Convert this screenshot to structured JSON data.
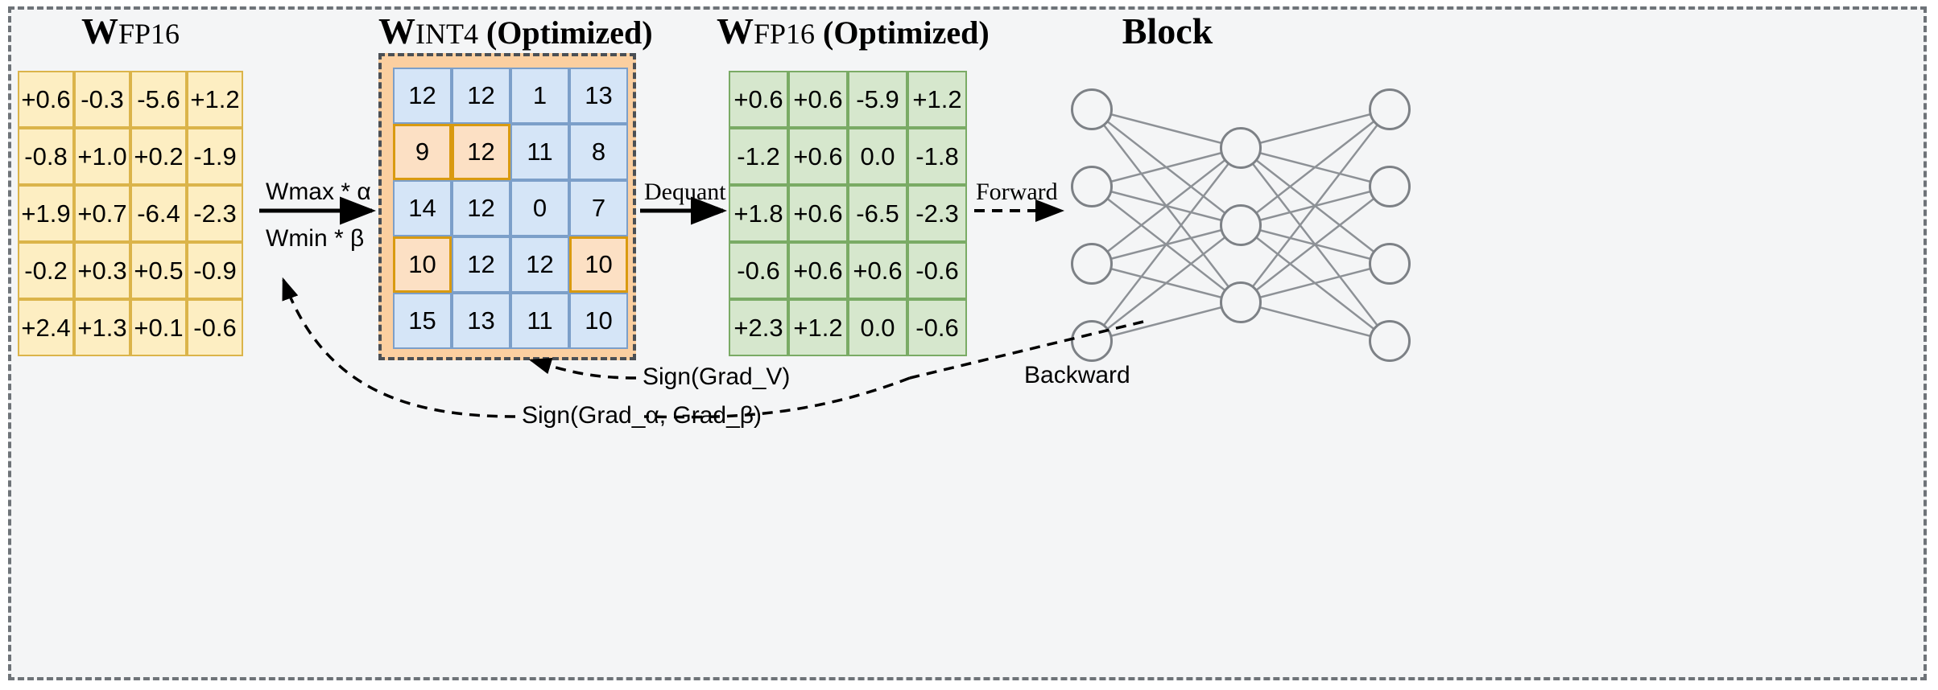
{
  "diagram": {
    "frame_border_color": "#6e7378",
    "background": "#f4f5f6"
  },
  "panels": {
    "fp16": {
      "title_main": "W",
      "title_sub": "FP16",
      "title_suffix": "",
      "colors": {
        "fill": "#fdeec2",
        "border": "#dbb44a"
      },
      "rows": [
        [
          "+0.6",
          "-0.3",
          "-5.6",
          "+1.2"
        ],
        [
          "-0.8",
          "+1.0",
          "+0.2",
          "-1.9"
        ],
        [
          "+1.9",
          "+0.7",
          "-6.4",
          "-2.3"
        ],
        [
          "-0.2",
          "+0.3",
          "+0.5",
          "-0.9"
        ],
        [
          "+2.4",
          "+1.3",
          "+0.1",
          "-0.6"
        ]
      ]
    },
    "int4": {
      "title_main": "W",
      "title_sub": "INT4",
      "title_suffix": " (Optimized)",
      "colors": {
        "fill": "#d5e5f7",
        "border": "#7c9fc9",
        "highlight_fill": "#fce0c4",
        "highlight_border": "#d99a10",
        "wrapper_fill": "#fbcfa0"
      },
      "rows": [
        [
          "12",
          "12",
          "1",
          "13"
        ],
        [
          "9",
          "12",
          "11",
          "8"
        ],
        [
          "14",
          "12",
          "0",
          "7"
        ],
        [
          "10",
          "12",
          "12",
          "10"
        ],
        [
          "15",
          "13",
          "11",
          "10"
        ]
      ],
      "highlighted": [
        [
          1,
          0
        ],
        [
          1,
          1
        ],
        [
          3,
          0
        ],
        [
          3,
          3
        ]
      ]
    },
    "fp16_opt": {
      "title_main": "W",
      "title_sub": "FP16",
      "title_suffix": " (Optimized)",
      "colors": {
        "fill": "#d6e7cd",
        "border": "#7aab65"
      },
      "rows": [
        [
          "+0.6",
          "+0.6",
          "-5.9",
          "+1.2"
        ],
        [
          "-1.2",
          "+0.6",
          "0.0",
          "-1.8"
        ],
        [
          "+1.8",
          "+0.6",
          "-6.5",
          "-2.3"
        ],
        [
          "-0.6",
          "+0.6",
          "+0.6",
          "-0.6"
        ],
        [
          "+2.3",
          "+1.2",
          "0.0",
          "-0.6"
        ]
      ]
    },
    "block": {
      "title": "Block",
      "layers": [
        4,
        3,
        4
      ]
    }
  },
  "labels": {
    "quant_top": "Wmax * α",
    "quant_bottom": "Wmin * β",
    "dequant": "Dequant",
    "forward": "Forward",
    "backward": "Backward",
    "grad_v": "Sign(Grad_V)",
    "grad_ab": "Sign(Grad_α, Grad_β)"
  }
}
